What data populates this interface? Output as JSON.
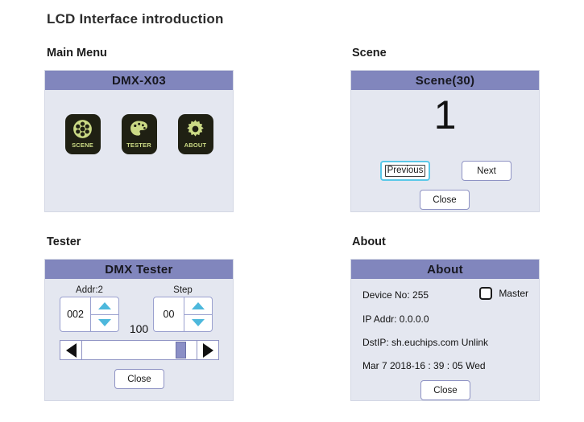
{
  "page": {
    "title": "LCD Interface introduction"
  },
  "theme": {
    "header_bg": "#8186bd",
    "panel_bg": "#e4e7f0",
    "button_border": "#8f93c4",
    "focus_border": "#5bc8e8",
    "tile_bg": "#1f2013",
    "tile_icon": "#cbda85",
    "arrow_cyan": "#4db8dc",
    "slider_thumb": "#8b8fc6"
  },
  "sections": {
    "main_menu": {
      "label": "Main Menu",
      "header": "DMX-X03",
      "tiles": [
        {
          "label": "SCENE",
          "icon": "film-reel-icon"
        },
        {
          "label": "TESTER",
          "icon": "paint-palette-icon"
        },
        {
          "label": "ABOUT",
          "icon": "gear-icon"
        }
      ]
    },
    "scene": {
      "label": "Scene",
      "header": "Scene(30)",
      "current_scene": "1",
      "total_scenes": 30,
      "buttons": {
        "previous": "Previous",
        "next": "Next",
        "close": "Close"
      },
      "focused_button": "Previous"
    },
    "tester": {
      "label": "Tester",
      "header": "DMX Tester",
      "address": {
        "caption": "Addr:2",
        "value": "002"
      },
      "step": {
        "caption": "Step",
        "value": "00"
      },
      "slider": {
        "value": "100",
        "percent": 91
      },
      "buttons": {
        "close": "Close"
      }
    },
    "about": {
      "label": "About",
      "header": "About",
      "lines": [
        "Device No: 255",
        "IP Addr: 0.0.0.0",
        "DstIP: sh.euchips.com Unlink",
        "Mar  7 2018-16 : 39 : 05 Wed"
      ],
      "master": {
        "label": "Master",
        "checked": false
      },
      "buttons": {
        "close": "Close"
      }
    }
  }
}
